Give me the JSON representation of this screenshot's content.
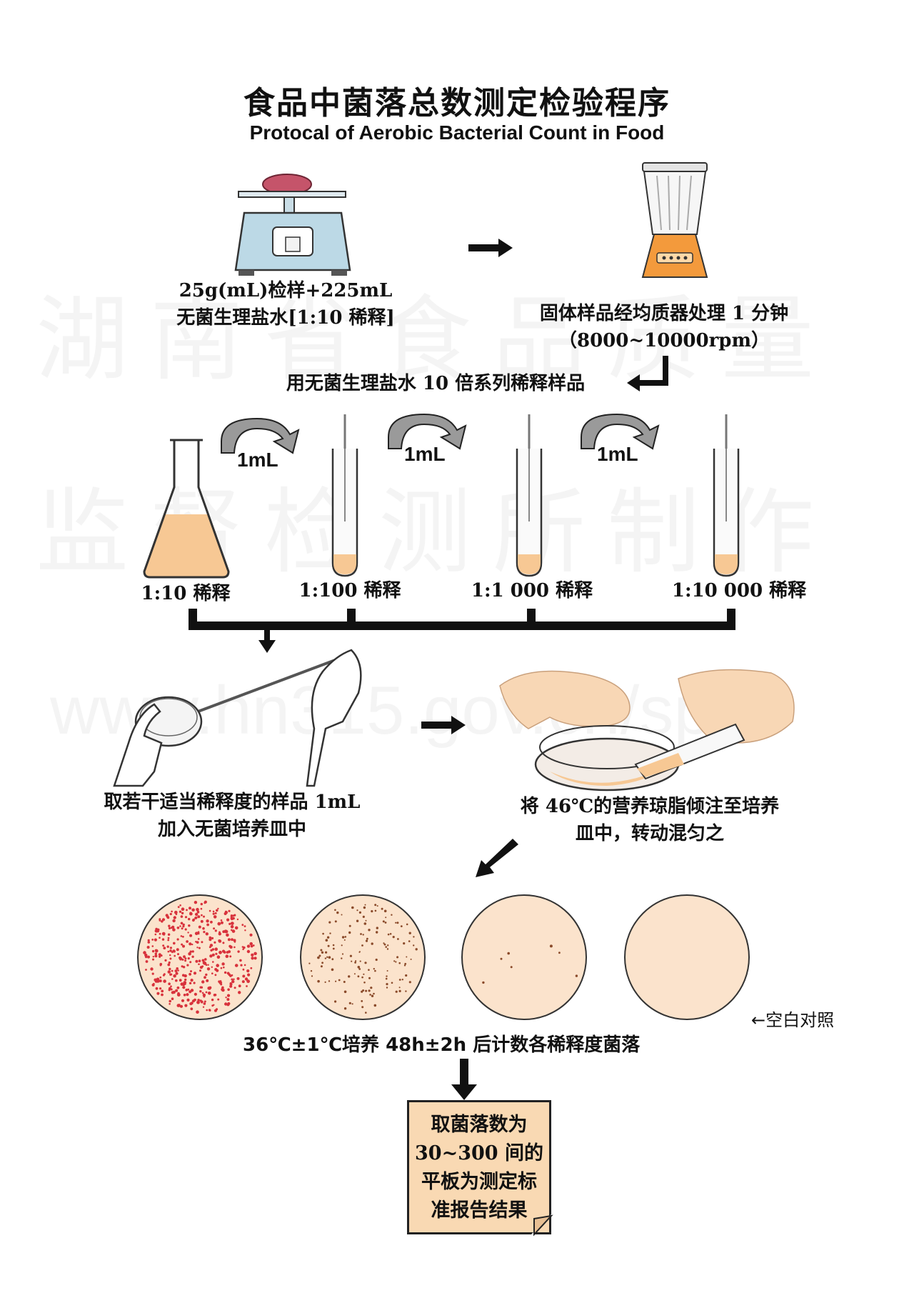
{
  "title_cn": "食品中菌落总数测定检验程序",
  "title_en": "Protocal of Aerobic Bacterial Count in Food",
  "watermark": {
    "line1": "湖南省食品质量",
    "line2": "监督检测所制作",
    "url": "www.hn315.gov.cn/sps"
  },
  "step1": {
    "line1": "25g(mL)检样+225mL",
    "line2": "无菌生理盐水[1:10 稀释]"
  },
  "step2": {
    "line1": "固体样品经均质器处理 1 分钟",
    "line2": "（8000~10000rpm）"
  },
  "step3": "用无菌生理盐水 10 倍系列稀释样品",
  "transfer_label": "1mL",
  "dilutions": [
    "1:10 稀释",
    "1:100 稀释",
    "1:1 000 稀释",
    "1:10 000 稀释"
  ],
  "step4": {
    "line1": "取若干适当稀释度的样品 1mL",
    "line2": "加入无菌培养皿中"
  },
  "step5": {
    "line1": "将 46℃的营养琼脂倾注至培养",
    "line2": "皿中，转动混匀之"
  },
  "blank_control": "←空白对照",
  "step6": "36℃±1℃培养 48h±2h 后计数各稀释度菌落",
  "result": {
    "line1": "取菌落数为",
    "line2": "30~300 间的",
    "line3": "平板为测定标",
    "line4": "准报告结果"
  },
  "colors": {
    "liquid": "#f7c894",
    "dish_fill": "#fbe3cc",
    "colony_red": "#d8323c",
    "colony_brown": "#8a4a2a",
    "note_fill": "#f9d9b3",
    "blender_orange": "#f39a3c",
    "scale_blue": "#bcd9e6"
  }
}
